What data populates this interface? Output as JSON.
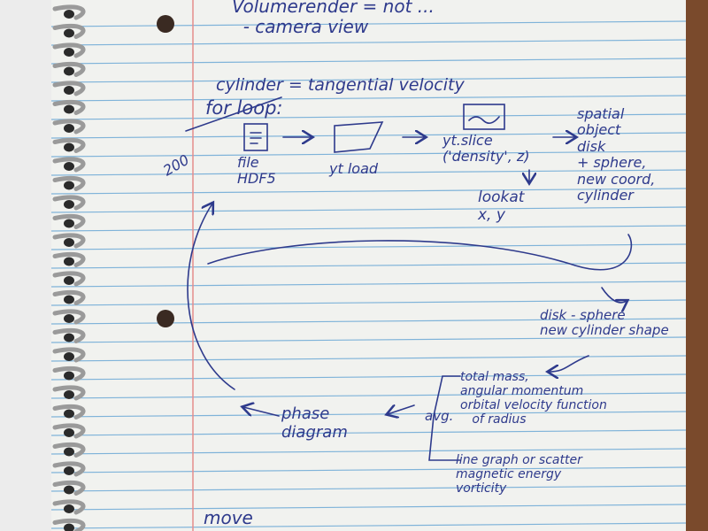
{
  "colors": {
    "paper": "#f1f2ef",
    "rule": "#7fb3d9",
    "margin": "#e58c8c",
    "ink": "#2e3a8c",
    "desk": "#7a4a2c"
  },
  "icons": [
    "spiral-binding-icon",
    "hole-punch-icon",
    "curved-arrow-icon",
    "file-box-icon",
    "slice-box-icon"
  ],
  "notes": {
    "top_header": "Volumerender = not ... \n  - camera view",
    "cylinder": "cylinder = tangential velocity",
    "for_loop": "for loop:",
    "num_200": "200",
    "file_hdf5": "file\nHDF5",
    "yt_load": "yt load",
    "yt_slice": "yt.slice\n('density', z)",
    "lookat": "lookat\nx, y",
    "spatial": "spatial\nobject\ndisk\n+ sphere,\nnew coord,\ncylinder",
    "disk_sphere": "disk - sphere\nnew cylinder shape",
    "total_mass": "total mass,\nangular momentum\norbital velocity function\n   of radius",
    "line_graph": "line graph or scatter\nmagnetic energy\nvorticity",
    "avg": "avg.",
    "phase": "phase\ndiagram",
    "bottom": "move"
  }
}
